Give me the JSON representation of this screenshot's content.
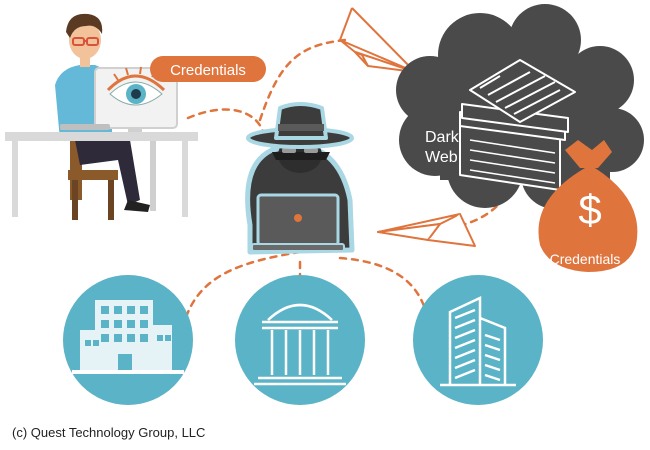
{
  "labels": {
    "credentials_bubble": "Credentials",
    "dark_web": "Dark Web",
    "dark_web_line1": "Dark",
    "dark_web_line2": "Web",
    "money_bag_symbol": "$",
    "credentials_bag": "Credentials",
    "copyright": "(c) Quest Technology Group, LLC"
  },
  "icons": [
    "user-at-desk-icon",
    "eye-icon",
    "hacker-icon",
    "laptop-icon",
    "paper-plane-icon",
    "dark-web-cloud-icon",
    "documents-stack-icon",
    "money-bag-icon",
    "office-building-icon",
    "government-building-icon",
    "corporate-tower-icon"
  ],
  "colors": {
    "accent_orange": "#E0743D",
    "dark_cloud": "#4A4A4A",
    "hacker_dark": "#3C3C3C",
    "building_circle": "#5AB3C6",
    "shirt_blue": "#64B9D8",
    "desk_gray": "#D9D9D9"
  }
}
